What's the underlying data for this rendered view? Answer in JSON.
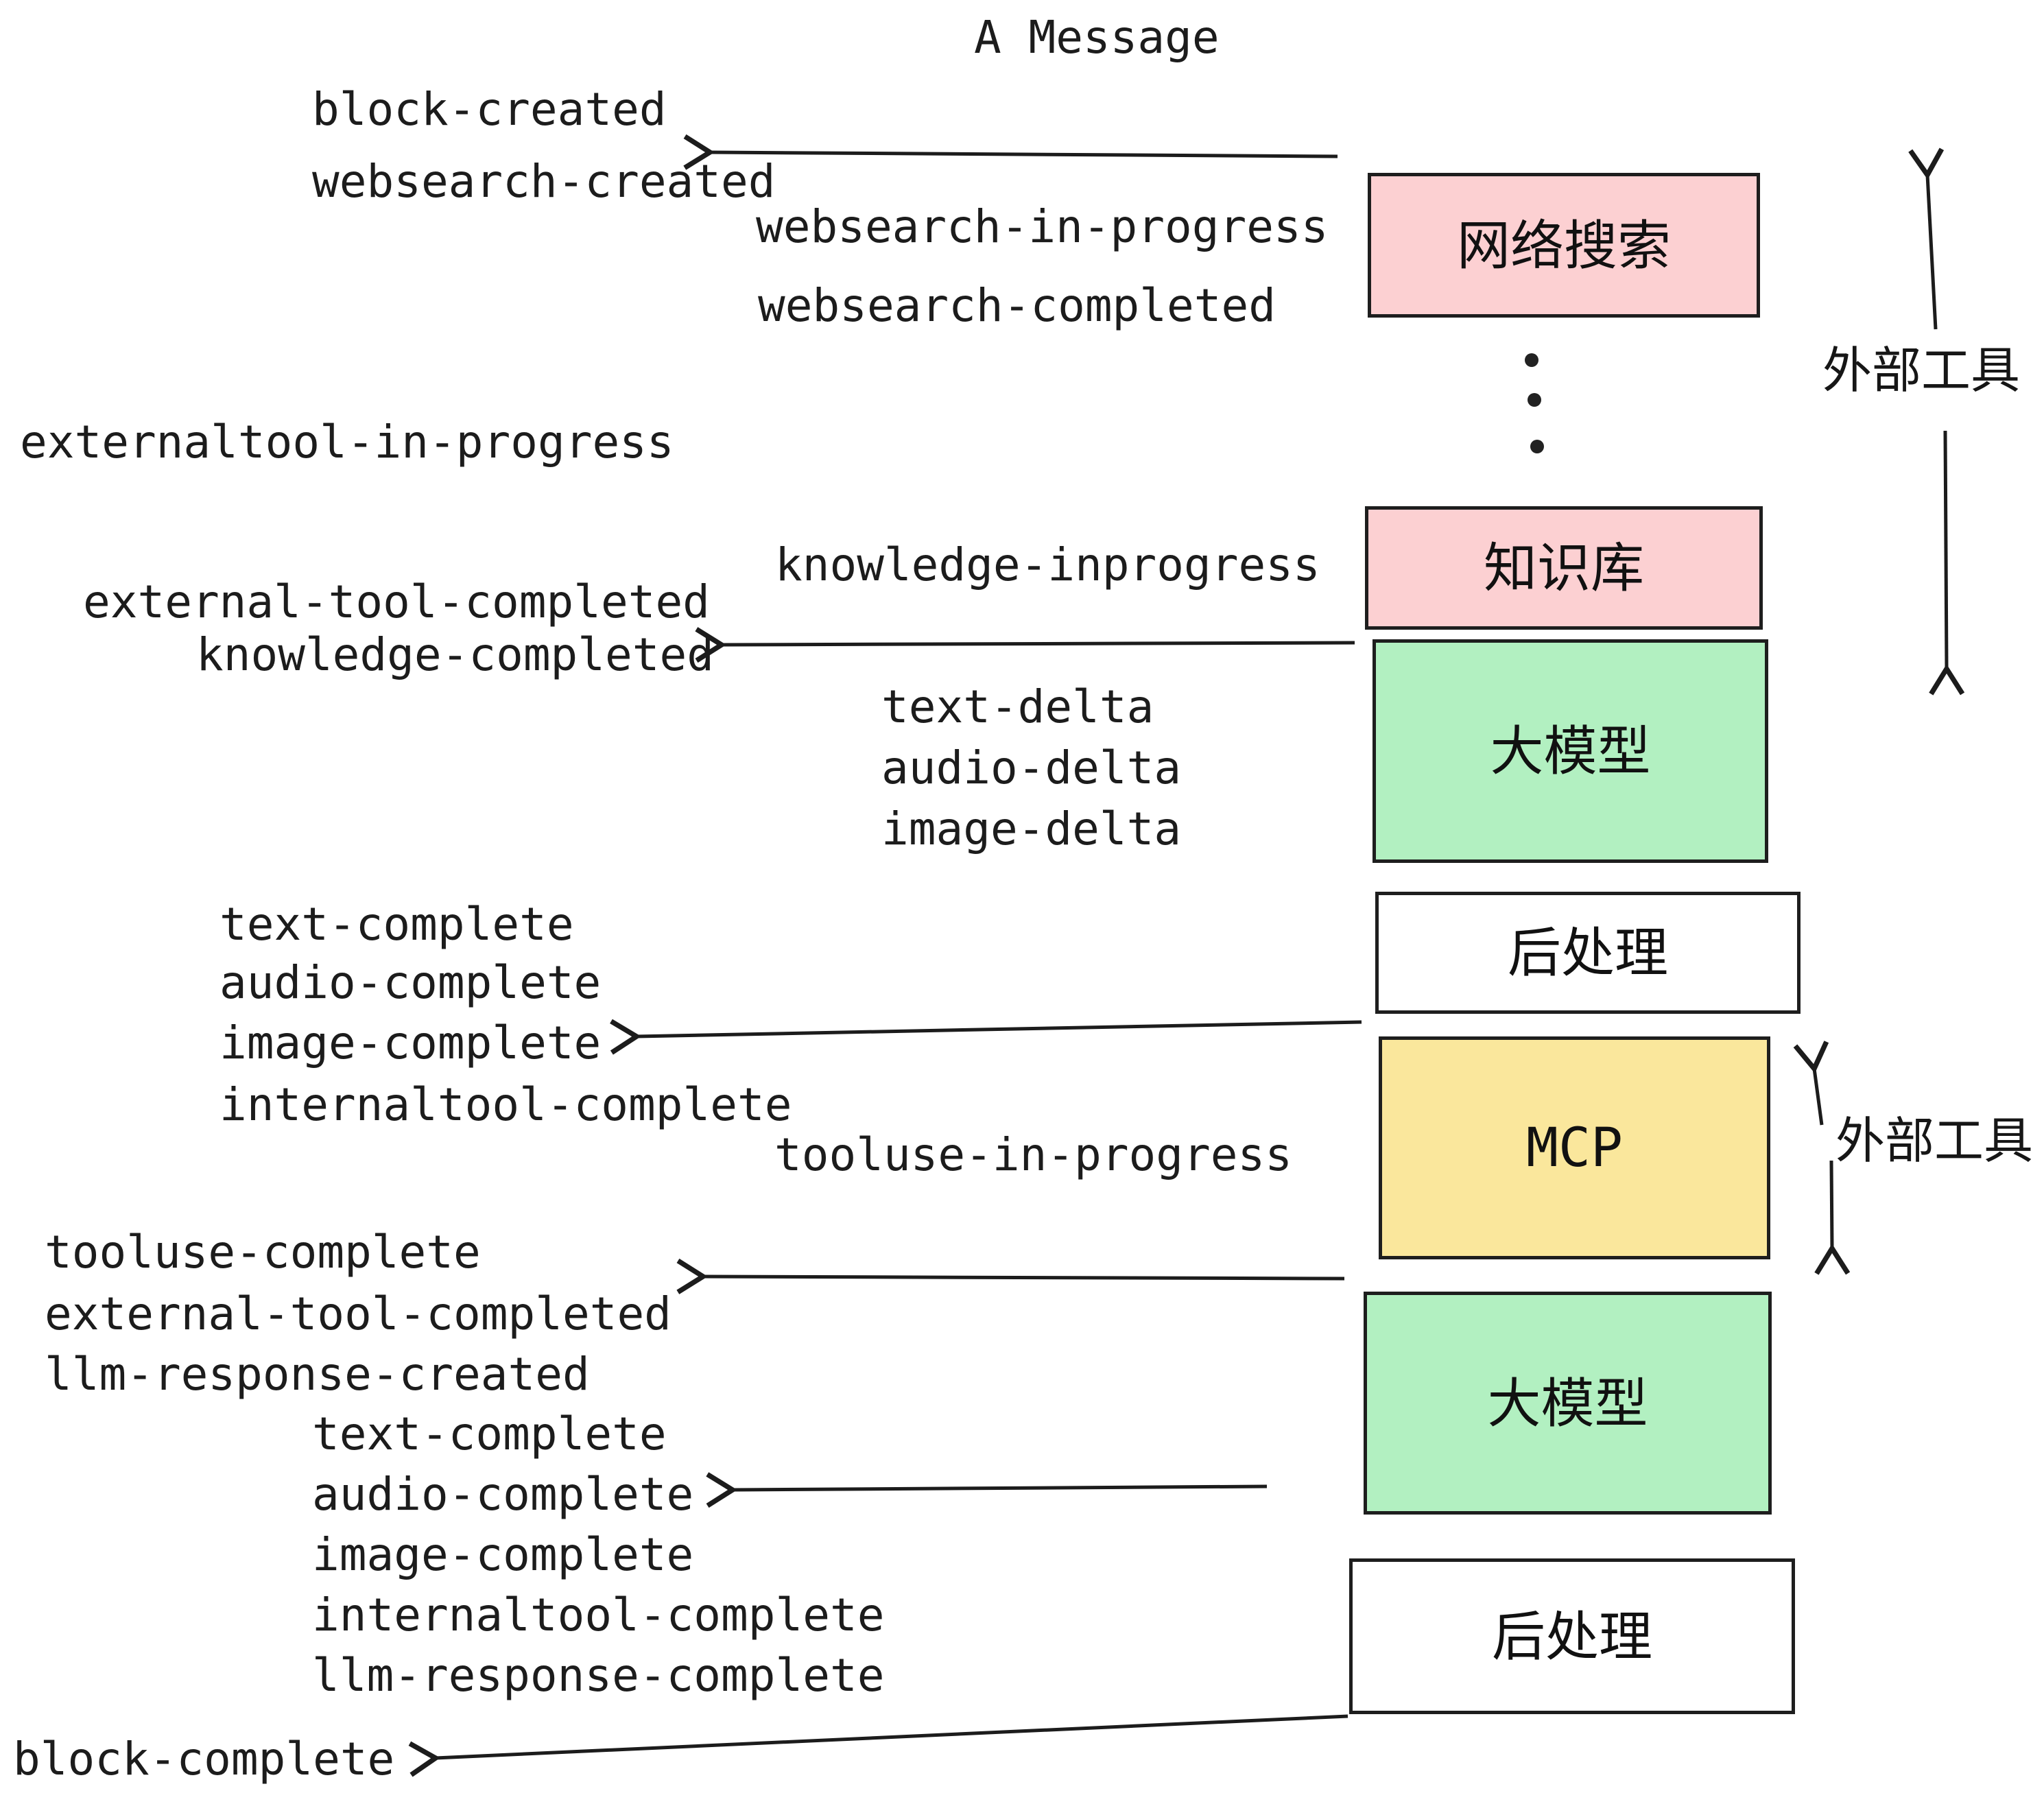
{
  "title": "A Message",
  "events": [
    {
      "label": "block-created"
    },
    {
      "label": "websearch-created"
    },
    {
      "label": "websearch-in-progress"
    },
    {
      "label": "websearch-completed"
    },
    {
      "label": "externaltool-in-progress"
    },
    {
      "label": "knowledge-inprogress"
    },
    {
      "label": "external-tool-completed"
    },
    {
      "label": "knowledge-completed"
    },
    {
      "label": "text-delta"
    },
    {
      "label": "audio-delta"
    },
    {
      "label": "image-delta"
    },
    {
      "label": "text-complete"
    },
    {
      "label": "audio-complete"
    },
    {
      "label": "image-complete"
    },
    {
      "label": "internaltool-complete"
    },
    {
      "label": "tooluse-in-progress"
    },
    {
      "label": "tooluse-complete"
    },
    {
      "label": "external-tool-completed"
    },
    {
      "label": "llm-response-created"
    },
    {
      "label": "text-complete"
    },
    {
      "label": "audio-complete"
    },
    {
      "label": "image-complete"
    },
    {
      "label": "internaltool-complete"
    },
    {
      "label": "llm-response-complete"
    },
    {
      "label": "block-complete"
    }
  ],
  "boxes": [
    {
      "id": "websearch",
      "label": "网络搜索",
      "color": "#fcd0d2"
    },
    {
      "id": "knowledge",
      "label": "知识库",
      "color": "#fcd0d2"
    },
    {
      "id": "llm-1",
      "label": "大模型",
      "color": "#b2f0c1"
    },
    {
      "id": "post-1",
      "label": "后处理",
      "color": "#ffffff"
    },
    {
      "id": "mcp",
      "label": "MCP",
      "color": "#fae79c"
    },
    {
      "id": "llm-2",
      "label": "大模型",
      "color": "#b2f0c1"
    },
    {
      "id": "post-2",
      "label": "后处理",
      "color": "#ffffff"
    }
  ],
  "side_labels": [
    {
      "label": "外部工具"
    },
    {
      "label": "外部工具"
    }
  ],
  "colors": {
    "box_pink": "#fcd0d2",
    "box_green": "#b2f0c1",
    "box_yellow": "#fae79c",
    "box_white": "#ffffff",
    "stroke": "#1c1c1c",
    "background": "#ffffff"
  }
}
